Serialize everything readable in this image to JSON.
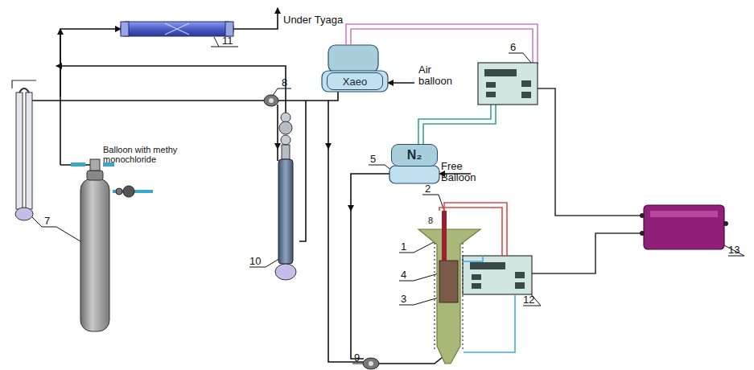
{
  "diagram": {
    "nodes": [
      {
        "text": [
          "Xaeo"
        ]
      },
      {
        "text": [
          "N₂"
        ]
      }
    ],
    "labels": [
      "Under Tyaga",
      "11",
      "8",
      "Air balloon",
      "6",
      "Balloon with methy monochloride",
      "5",
      "Free Balloon",
      "2",
      "8",
      "1",
      "4",
      "3",
      "12",
      "13",
      "7",
      "10",
      "9"
    ]
  }
}
